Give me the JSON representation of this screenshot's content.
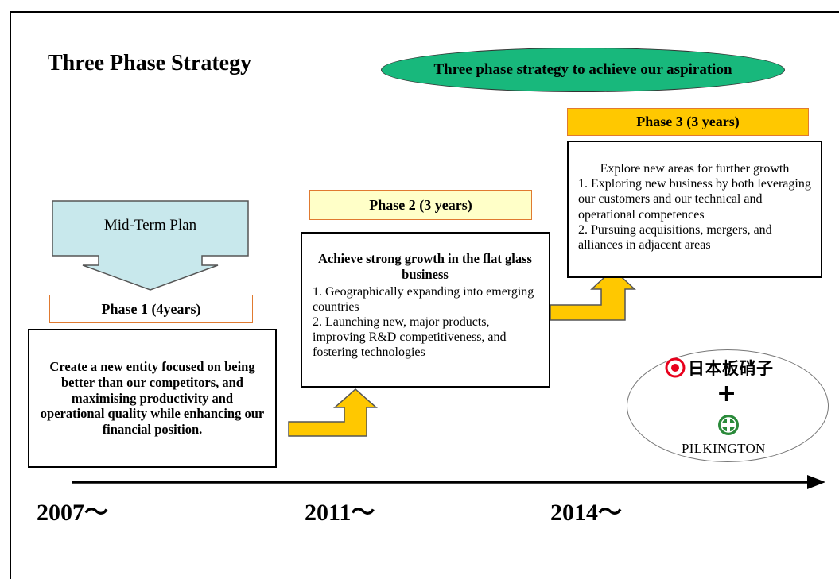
{
  "title": "Three Phase Strategy",
  "aspiration": "Three phase strategy to achieve our aspiration",
  "mid_term_plan": "Mid-Term Plan",
  "phase1": {
    "label": "Phase 1 (4years)",
    "text": "Create a new entity focused on being better than our competitors, and maximising productivity and operational quality while enhancing our financial position."
  },
  "phase2": {
    "label": "Phase 2 (3 years)",
    "heading": "Achieve strong growth in the flat glass business",
    "item1": "1. Geographically expanding into emerging countries",
    "item2": "2. Launching new, major products, improving R&D competitiveness, and fostering technologies"
  },
  "phase3": {
    "label": "Phase 3 (3 years)",
    "intro": "Explore new areas for further growth",
    "item1": "1. Exploring new business by both leveraging our customers and our technical and operational competences",
    "item2": "2. Pursuing acquisitions, mergers, and alliances in adjacent areas"
  },
  "years": [
    "2007〜",
    "2011〜",
    "2014〜"
  ],
  "logos": {
    "nsg_name": "日本板硝子",
    "plus": "+",
    "pilkington_name": "PILKINGTON"
  },
  "colors": {
    "aspiration_fill": "#18b87c",
    "midterm_arrow_fill": "#c8e8ec",
    "step_arrow_fill": "#ffc800",
    "phase2_label_fill": "#ffffc8",
    "phase3_label_fill": "#ffc800",
    "label_border": "#e07a30",
    "nsg_red": "#e8001c",
    "pilkington_green": "#2a8a3a"
  }
}
